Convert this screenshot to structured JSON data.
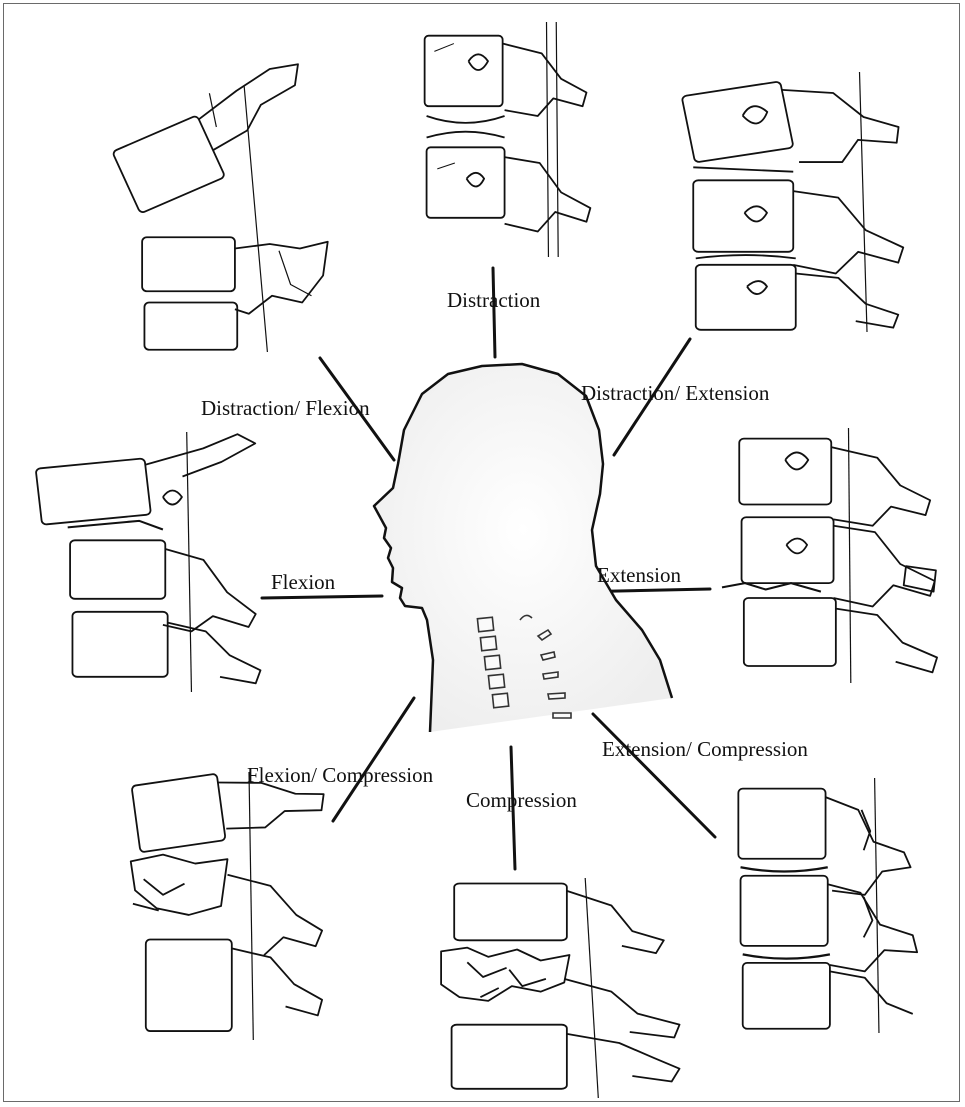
{
  "diagram": {
    "center": {
      "icon": "human-head-neck-profile-icon"
    },
    "mechanisms": [
      {
        "id": "distraction",
        "label": "Distraction"
      },
      {
        "id": "distraction-extension",
        "label": "Distraction/ Extension"
      },
      {
        "id": "extension",
        "label": "Extension"
      },
      {
        "id": "extension-compression",
        "label": "Extension/ Compression"
      },
      {
        "id": "compression",
        "label": "Compression"
      },
      {
        "id": "flexion-compression",
        "label": "Flexion/ Compression"
      },
      {
        "id": "flexion",
        "label": "Flexion"
      },
      {
        "id": "distraction-flexion",
        "label": "Distraction/ Flexion"
      }
    ]
  },
  "colors": {
    "ink": "#111111",
    "frame": "#6a6a6a",
    "background": "#ffffff"
  }
}
